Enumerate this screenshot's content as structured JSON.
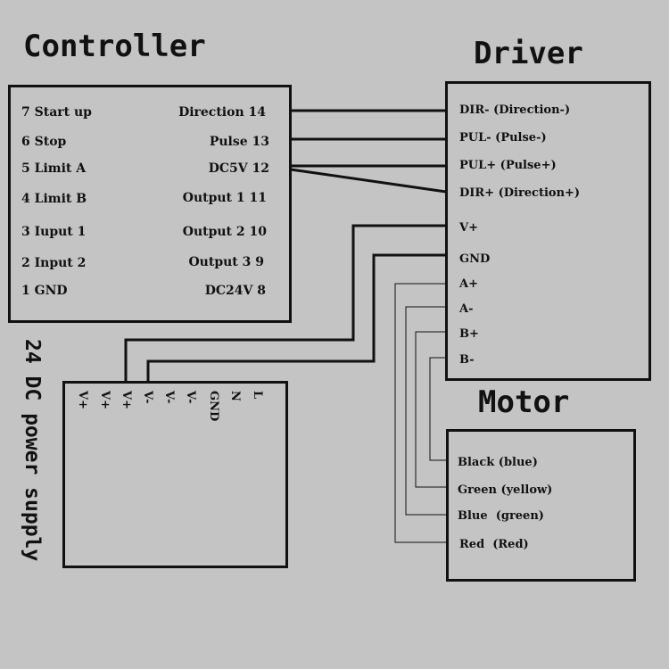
{
  "controller": {
    "title": "Controller",
    "left_pins": [
      "7 Start up",
      "6 Stop",
      "5 Limit A",
      "4 Limit B",
      "3 Iuput 1",
      "2 Input 2",
      "1 GND"
    ],
    "right_pins": [
      "Direction 14",
      "Pulse 13",
      "DC5V 12",
      "Output 1 11",
      "Output 2 10",
      "Output 3 9",
      "DC24V 8"
    ]
  },
  "driver": {
    "title": "Driver",
    "pins": [
      "DIR- (Direction-)",
      "PUL- (Pulse-)",
      "PUL+ (Pulse+)",
      "DIR+ (Direction+)",
      "V+",
      "GND",
      "A+",
      "A-",
      "B+",
      "B-"
    ]
  },
  "motor": {
    "title": "Motor",
    "wires": [
      "Black (blue)",
      "Green (yellow)",
      "Blue  (green)",
      "Red  (Red)"
    ]
  },
  "power_supply": {
    "title": "24 DC power supply",
    "terminals": [
      "V+",
      "V+",
      "V+",
      "V-",
      "V-",
      "V-",
      "GND",
      "N",
      "L"
    ]
  },
  "colors": {
    "background": "#c4c4c4",
    "line": "#111111"
  }
}
